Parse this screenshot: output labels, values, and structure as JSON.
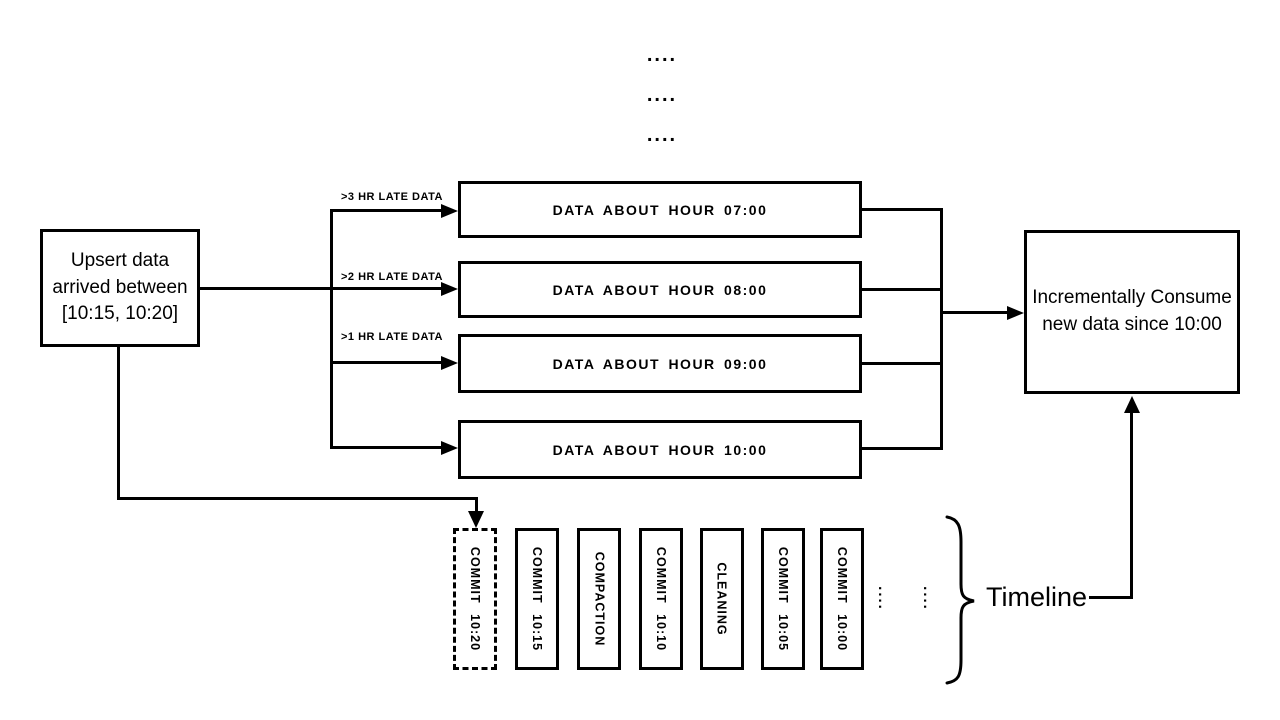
{
  "diagram": {
    "colors": {
      "line": "#000000",
      "background": "#ffffff"
    },
    "top_dots": [
      "....",
      "....",
      "...."
    ],
    "source_box": {
      "line1": "Upsert data",
      "line2": "arrived between",
      "line3": "[10:15, 10:20]"
    },
    "branches": [
      {
        "label": ">3 HR LATE DATA",
        "target": "DATA ABOUT HOUR 07:00"
      },
      {
        "label": ">2 HR LATE DATA",
        "target": "DATA ABOUT HOUR 08:00"
      },
      {
        "label": ">1 HR LATE DATA",
        "target": "DATA ABOUT HOUR 09:00"
      },
      {
        "label": "",
        "target": "DATA ABOUT HOUR 10:00"
      }
    ],
    "consumer_box": {
      "line1": "Incrementally Consume",
      "line2": "new data since 10:00"
    },
    "timeline": {
      "entries": [
        {
          "label": "COMMIT 10:20",
          "style": "dashed"
        },
        {
          "label": "COMMIT 10:15",
          "style": "solid"
        },
        {
          "label": "COMPACTION",
          "style": "solid"
        },
        {
          "label": "COMMIT 10:10",
          "style": "solid"
        },
        {
          "label": "CLEANING",
          "style": "solid"
        },
        {
          "label": "COMMIT 10:05",
          "style": "solid"
        },
        {
          "label": "COMMIT 10:00",
          "style": "solid"
        }
      ],
      "ellipsis1": "....",
      "ellipsis2": "....",
      "label": "Timeline"
    }
  }
}
